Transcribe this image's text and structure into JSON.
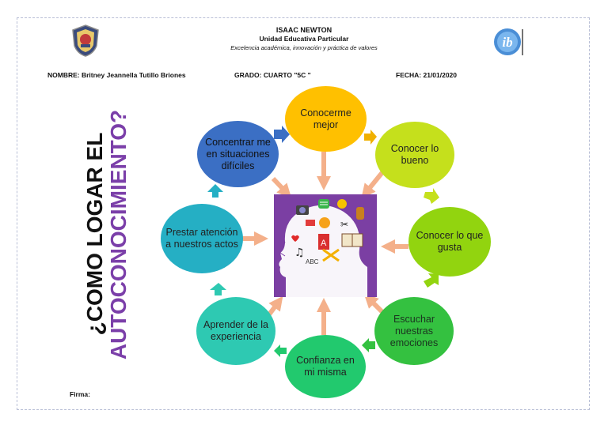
{
  "header": {
    "school_name": "ISAAC NEWTON",
    "school_type": "Unidad Educativa Particular",
    "tagline": "Excelencia académica, innovación y práctica de valores",
    "left_logo_icon": "school-crest-icon",
    "right_logo_icon": "ib-logo-icon"
  },
  "student": {
    "name": "NOMBRE: Britney Jeannella Tutillo Briones",
    "grade": "GRADO: CUARTO \"5C \"",
    "date": "FECHA: 21/01/2020"
  },
  "title": {
    "line1": "¿COMO LOGAR EL",
    "line2": "AUTOCONOCIMIENTO?",
    "line1_color": "#111111",
    "line2_color": "#7b3fa9"
  },
  "diagram": {
    "center_icon": "head-profile-with-icons-icon",
    "nodes": [
      {
        "label": "Conocerme mejor",
        "color": "#ffc000"
      },
      {
        "label": "Conocer lo bueno",
        "color": "#c5e01c"
      },
      {
        "label": "Conocer lo que gusta",
        "color": "#92d40f"
      },
      {
        "label": "Escuchar nuestras emociones",
        "color": "#34c140"
      },
      {
        "label": "Confianza en mi misma",
        "color": "#22c96e"
      },
      {
        "label": "Aprender de la experiencia",
        "color": "#2ec9b2"
      },
      {
        "label": "Prestar atención a nuestros actos",
        "color": "#25afc4"
      },
      {
        "label": "Concentrar me en situaciones difíciles",
        "color": "#3b6fc4"
      }
    ]
  },
  "footer": {
    "signature_label": "Firma:"
  }
}
